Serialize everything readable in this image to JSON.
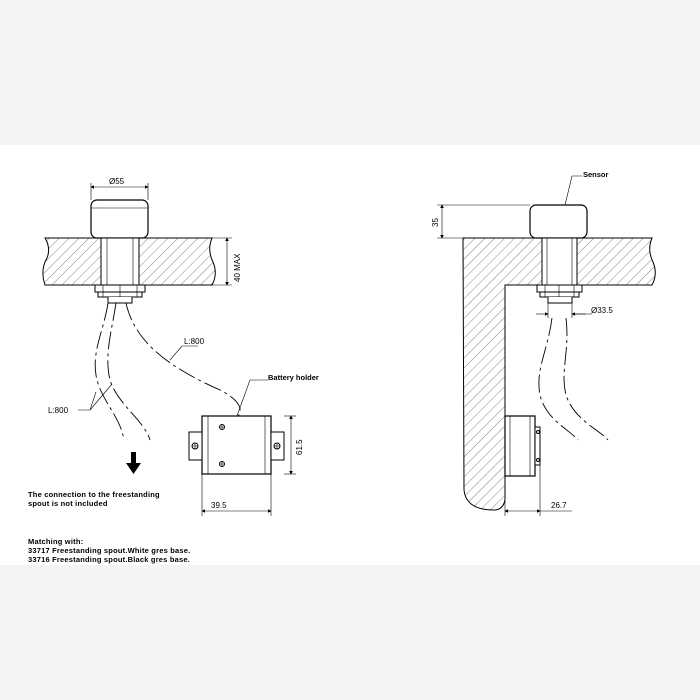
{
  "front_view": {
    "dim_diameter": "Ø55",
    "dim_height": "40 MAX",
    "cable_label_main": "L:800",
    "cable_label_side": "L:800",
    "battery_label": "Battery holder",
    "dim_battery_height": "61.5",
    "dim_battery_width": "39.5"
  },
  "side_view": {
    "sensor_label": "Sensor",
    "dim_height": "35",
    "dim_diameter": "Ø33.5",
    "dim_depth": "26.7"
  },
  "notes": {
    "connection_line1": "The connection to the freestanding",
    "connection_line2": "spout is not included",
    "matching_title": "Matching with:",
    "matching_1": "33717  Freestanding  spout.White  gres  base.",
    "matching_2": "33716  Freestanding  spout.Black  gres  base."
  }
}
